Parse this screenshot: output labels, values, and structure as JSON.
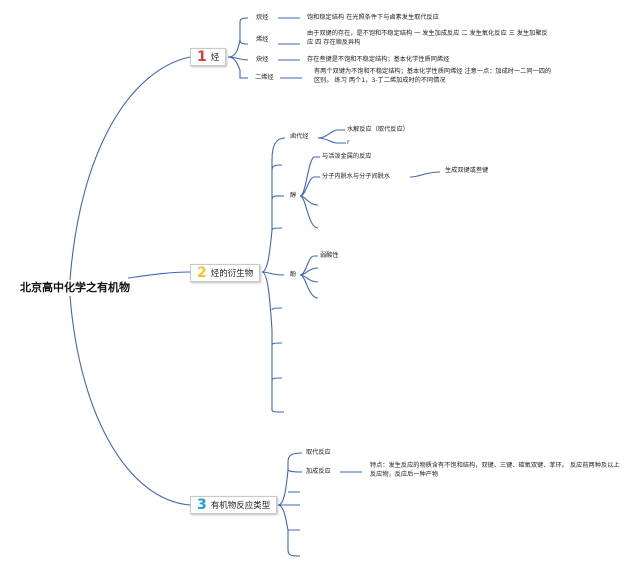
{
  "root": "北京高中化学之有机物",
  "branch1": {
    "num": "1",
    "num_color": "#e0393e",
    "label": "烃",
    "items": [
      {
        "label": "烷烃",
        "desc": "饱和稳定结构 在光照条件下与卤素发生取代反应"
      },
      {
        "label": "烯烃",
        "desc": "由于双键的存在，是不饱和不稳定结构 一 发生加成反应 二 发生氧化反应 三 发生加聚反应 四 存在顺反异构"
      },
      {
        "label": "炔烃",
        "desc": "存在叁键是不饱和不稳定结构；基本化学性质同烯烃"
      },
      {
        "label": "二烯烃",
        "desc": "有两个双键为不饱和不稳定结构；基本化学性质同烯烃 注意一点：加成时一二同一四的区别。 练习 两个1，3-丁二烯加成时的不同情况"
      }
    ]
  },
  "branch2": {
    "num": "2",
    "num_color": "#f2c230",
    "label": "烃的衍生物",
    "haloalkane": {
      "label": "卤代烃",
      "children": [
        "水解反应（取代反应）",
        "r"
      ]
    },
    "alcohol": {
      "label": "醇",
      "children": [
        "与活泼金属的反应",
        "分子内脱水与分子间脱水"
      ],
      "sub": "生成双键或叁键"
    },
    "phenol": {
      "label": "酚",
      "children": [
        "弱酸性"
      ]
    }
  },
  "branch3": {
    "num": "3",
    "num_color": "#1f9fd6",
    "label": "有机物反应类型",
    "items": [
      {
        "label": "取代反应"
      },
      {
        "label": "加成反应",
        "desc": "特点：发生反应的物质含有不饱和结构，双键、三键、碳氧双键、苯环。 反应前两种及以上反应物，反应后一种产物"
      }
    ]
  },
  "colors": {
    "line": "#3f66b8"
  }
}
